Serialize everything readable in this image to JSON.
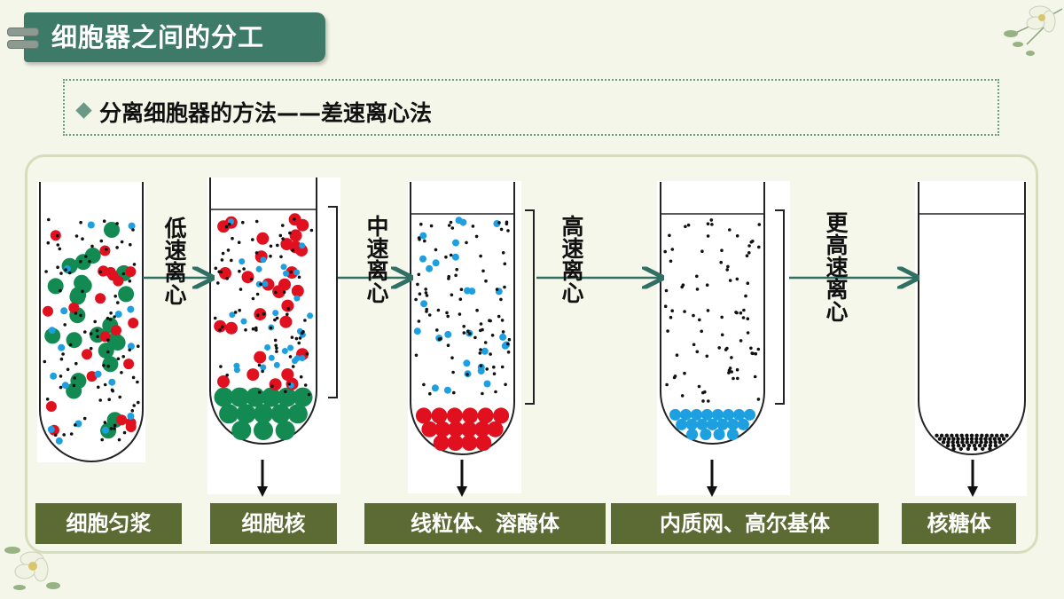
{
  "header": {
    "title": "细胞器之间的分工"
  },
  "subtitle": {
    "text": "分离细胞器的方法——差速离心法"
  },
  "speeds": [
    {
      "label": "低速离心"
    },
    {
      "label": "中速离心"
    },
    {
      "label": "高速离心"
    },
    {
      "label": "更高速离心"
    }
  ],
  "stages": [
    {
      "label": "细胞匀浆"
    },
    {
      "label": "细胞核"
    },
    {
      "label": "线粒体、溶酶体"
    },
    {
      "label": "内质网、高尔基体"
    },
    {
      "label": "核糖体"
    }
  ],
  "colors": {
    "header_bg": "#3d7a68",
    "label_bg": "#5c6a33",
    "arrow": "#2f6f64",
    "nucleus": "#138a52",
    "mitochondria": "#e0101e",
    "er_golgi": "#1ea0e0",
    "ribosome": "#111111"
  }
}
